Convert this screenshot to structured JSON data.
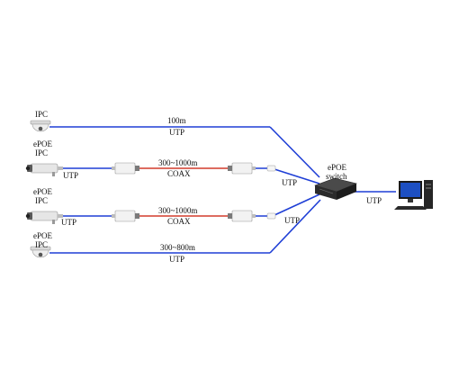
{
  "colors": {
    "utp_line": "#1f3fd6",
    "coax_line": "#d23b2b"
  },
  "labels": {
    "ipc_top": "IPC",
    "epoe_ipc_1_line1": "ePOE",
    "epoe_ipc_1_line2": "IPC",
    "epoe_ipc_2_line1": "ePOE",
    "epoe_ipc_2_line2": "IPC",
    "epoe_ipc_3_line1": "ePOE",
    "epoe_ipc_3_line2": "IPC",
    "link1_distance": "100m",
    "link1_medium": "UTP",
    "link2_left_medium": "UTP",
    "link2_distance": "300~1000m",
    "link2_medium": "COAX",
    "link2_right_medium": "UTP",
    "link3_left_medium": "UTP",
    "link3_distance": "300~1000m",
    "link3_medium": "COAX",
    "link3_right_medium": "UTP",
    "link4_distance": "300~800m",
    "link4_medium": "UTP",
    "switch_line1": "ePOE",
    "switch_line2": "switch",
    "uplink_medium": "UTP"
  },
  "icons": {
    "dome_camera": "dome-camera-icon",
    "bullet_camera": "bullet-camera-icon",
    "extender": "coax-extender-icon",
    "switch": "network-switch-icon",
    "computer": "desktop-computer-icon"
  }
}
